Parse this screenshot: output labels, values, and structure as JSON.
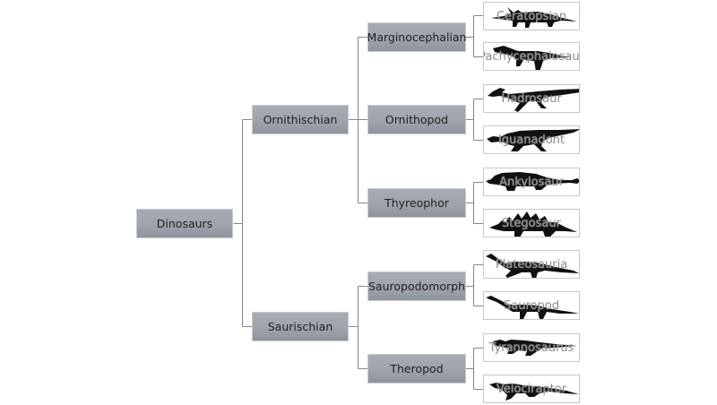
{
  "diagram": {
    "title": "Dinosaurs",
    "root": {
      "label": "Dinosaurs"
    },
    "orders": [
      {
        "label": "Ornithischian",
        "groups": [
          {
            "label": "Marginocephalian",
            "leaves": [
              {
                "label": "Ceratopsian",
                "icon": "ceratopsian-silhouette"
              },
              {
                "label": "Pachycephalosaur",
                "icon": "pachycephalosaur-silhouette"
              }
            ]
          },
          {
            "label": "Ornithopod",
            "leaves": [
              {
                "label": "Hadrosaur",
                "icon": "hadrosaur-silhouette"
              },
              {
                "label": "Iguanadont",
                "icon": "iguanodon-silhouette"
              }
            ]
          },
          {
            "label": "Thyreophor",
            "leaves": [
              {
                "label": "Ankylosaur",
                "icon": "ankylosaur-silhouette"
              },
              {
                "label": "Stegosaur",
                "icon": "stegosaur-silhouette"
              }
            ]
          }
        ]
      },
      {
        "label": "Saurischian",
        "groups": [
          {
            "label": "Sauropodomorph",
            "leaves": [
              {
                "label": "Plateosauria",
                "icon": "plateosaur-silhouette"
              },
              {
                "label": "Sauropod",
                "icon": "sauropod-silhouette"
              }
            ]
          },
          {
            "label": "Theropod",
            "leaves": [
              {
                "label": "Tyrannosaurus",
                "icon": "tyrannosaurus-silhouette"
              },
              {
                "label": "Velociraptor",
                "icon": "velociraptor-silhouette"
              }
            ]
          }
        ]
      }
    ]
  },
  "colors": {
    "node_fill": "#9ea2aa",
    "connector": "#7f8591",
    "leaf_border": "#c8c8c8",
    "silhouette": "#111111",
    "leaf_text": "#8a8a8a"
  }
}
